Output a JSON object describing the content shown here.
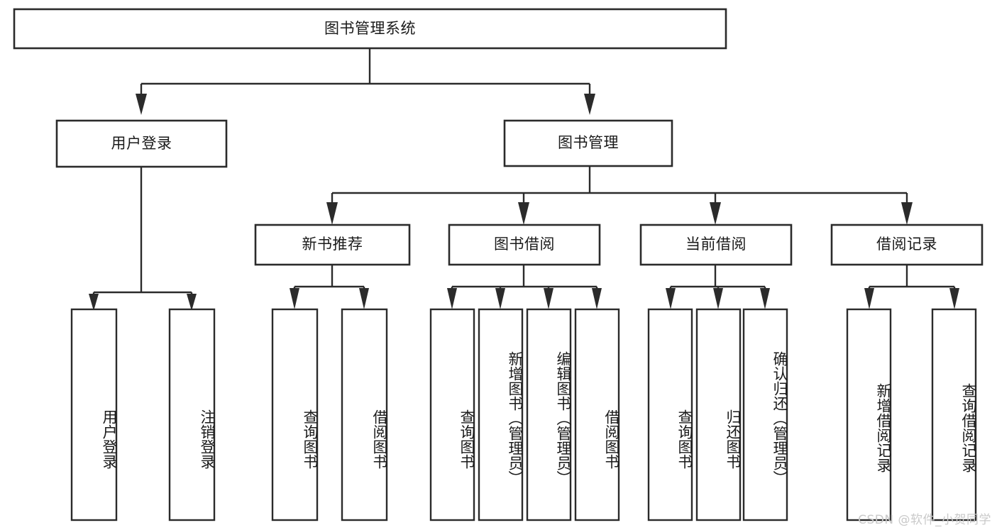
{
  "diagram": {
    "type": "tree",
    "title": "图书管理系统",
    "orientation": "top-down",
    "colors": {
      "node_fill": "#ffffff",
      "node_stroke": "#2b2b2b",
      "connector": "#2b2b2b",
      "text": "#1a1a1a",
      "background": "#ffffff",
      "watermark": "#c9c9c9"
    },
    "root": {
      "label": "图书管理系统"
    },
    "level2": [
      {
        "label": "用户登录"
      },
      {
        "label": "图书管理"
      }
    ],
    "level3": [
      {
        "label": "新书推荐"
      },
      {
        "label": "图书借阅"
      },
      {
        "label": "当前借阅"
      },
      {
        "label": "借阅记录"
      }
    ],
    "leaves": {
      "user_login": [
        {
          "label": "用户登录"
        },
        {
          "label": "注销登录"
        }
      ],
      "new_book_recommend": [
        {
          "label": "查询图书"
        },
        {
          "label": "借阅图书"
        }
      ],
      "book_borrow": [
        {
          "label": "查询图书"
        },
        {
          "label": "新增图书（管理员）"
        },
        {
          "label": "编辑图书（管理员）"
        },
        {
          "label": "借阅图书"
        }
      ],
      "current_borrow": [
        {
          "label": "查询图书"
        },
        {
          "label": "归还图书"
        },
        {
          "label": "确认归还（管理员）"
        }
      ],
      "borrow_record": [
        {
          "label": "新增借阅记录"
        },
        {
          "label": "查询借阅记录"
        }
      ]
    }
  },
  "watermark": {
    "text": "CSDN @软件_小贺同学"
  }
}
